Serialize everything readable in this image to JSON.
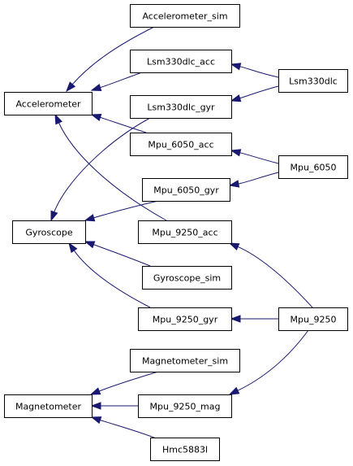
{
  "diagram": {
    "type": "class-inheritance-graph",
    "colors": {
      "edge": "#191970",
      "node_border": "#000000",
      "node_fill": "#ffffff",
      "text": "#000000"
    },
    "nodes": [
      {
        "id": "accelerometer_sim",
        "label": "Accelerometer_sim"
      },
      {
        "id": "lsm330dlc_acc",
        "label": "Lsm330dlc_acc"
      },
      {
        "id": "lsm330dlc",
        "label": "Lsm330dlc"
      },
      {
        "id": "accelerometer",
        "label": "Accelerometer"
      },
      {
        "id": "lsm330dlc_gyr",
        "label": "Lsm330dlc_gyr"
      },
      {
        "id": "mpu_6050_acc",
        "label": "Mpu_6050_acc"
      },
      {
        "id": "mpu_6050",
        "label": "Mpu_6050"
      },
      {
        "id": "mpu_6050_gyr",
        "label": "Mpu_6050_gyr"
      },
      {
        "id": "gyroscope",
        "label": "Gyroscope"
      },
      {
        "id": "mpu_9250_acc",
        "label": "Mpu_9250_acc"
      },
      {
        "id": "gyroscope_sim",
        "label": "Gyroscope_sim"
      },
      {
        "id": "mpu_9250_gyr",
        "label": "Mpu_9250_gyr"
      },
      {
        "id": "mpu_9250",
        "label": "Mpu_9250"
      },
      {
        "id": "magnetometer_sim",
        "label": "Magnetometer_sim"
      },
      {
        "id": "magnetometer",
        "label": "Magnetometer"
      },
      {
        "id": "mpu_9250_mag",
        "label": "Mpu_9250_mag"
      },
      {
        "id": "hmc5883l",
        "label": "Hmc5883l"
      }
    ],
    "edges": [
      {
        "from": "accelerometer_sim",
        "to": "accelerometer"
      },
      {
        "from": "lsm330dlc_acc",
        "to": "accelerometer"
      },
      {
        "from": "mpu_6050_acc",
        "to": "accelerometer"
      },
      {
        "from": "mpu_9250_acc",
        "to": "accelerometer"
      },
      {
        "from": "lsm330dlc",
        "to": "lsm330dlc_acc"
      },
      {
        "from": "lsm330dlc",
        "to": "lsm330dlc_gyr"
      },
      {
        "from": "mpu_6050",
        "to": "mpu_6050_acc"
      },
      {
        "from": "mpu_6050",
        "to": "mpu_6050_gyr"
      },
      {
        "from": "lsm330dlc_gyr",
        "to": "gyroscope"
      },
      {
        "from": "mpu_6050_gyr",
        "to": "gyroscope"
      },
      {
        "from": "gyroscope_sim",
        "to": "gyroscope"
      },
      {
        "from": "mpu_9250_gyr",
        "to": "gyroscope"
      },
      {
        "from": "mpu_9250",
        "to": "mpu_9250_acc"
      },
      {
        "from": "mpu_9250",
        "to": "mpu_9250_gyr"
      },
      {
        "from": "mpu_9250",
        "to": "mpu_9250_mag"
      },
      {
        "from": "magnetometer_sim",
        "to": "magnetometer"
      },
      {
        "from": "mpu_9250_mag",
        "to": "magnetometer"
      },
      {
        "from": "hmc5883l",
        "to": "magnetometer"
      }
    ]
  }
}
